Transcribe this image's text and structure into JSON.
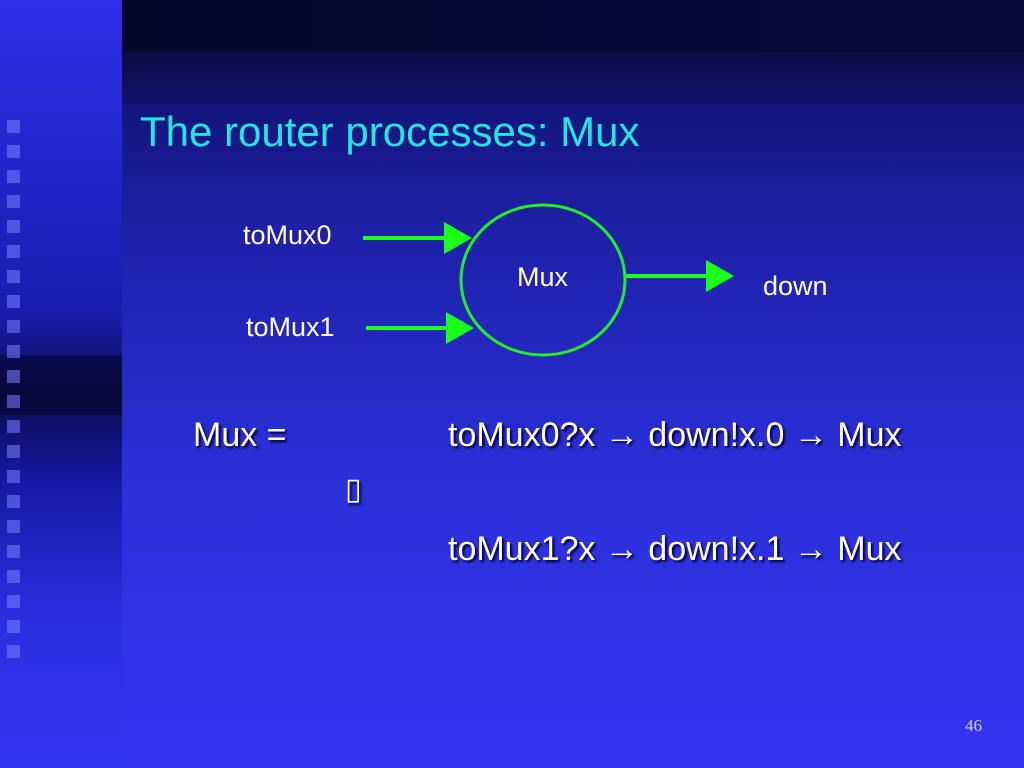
{
  "slide": {
    "title": "The router processes: Mux",
    "number": "46"
  },
  "diagram": {
    "process_label": "Mux",
    "input0_label": "toMux0",
    "input1_label": "toMux1",
    "output_label": "down",
    "arrow_color": "#19ff19",
    "circle_color": "#22ee22"
  },
  "definition": {
    "lhs": "Mux =",
    "choice_symbol": "▯",
    "branch1": "toMux0?x → down!x.0 → Mux",
    "branch2": "toMux1?x → down!x.1 → Mux"
  }
}
